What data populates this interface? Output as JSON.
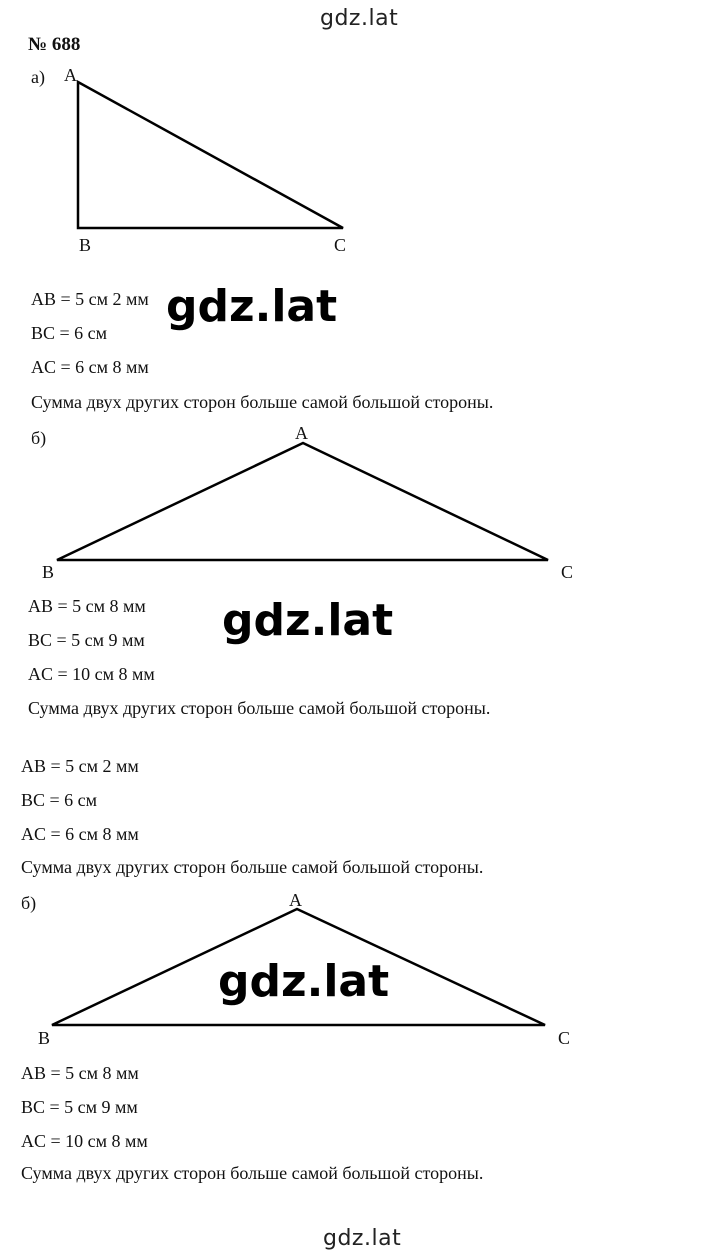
{
  "watermarks": {
    "header": "gdz.lat",
    "footer": "gdz.lat",
    "overlay": "gdz.lat"
  },
  "problem": {
    "number_label": "№ 688"
  },
  "part_a": {
    "label": "а)",
    "vertices": {
      "a": "A",
      "b": "B",
      "c": "C"
    },
    "measurements": [
      "AB = 5 см 2 мм",
      "BC = 6 см",
      "AC = 6 см 8 мм"
    ],
    "conclusion": "Сумма двух других сторон больше самой большой стороны."
  },
  "part_b": {
    "label": "б)",
    "vertices": {
      "a": "A",
      "b": "B",
      "c": "C"
    },
    "measurements": [
      "AB = 5 см 8 мм",
      "BC = 5 см 9 мм",
      "AC = 10 см 8 мм"
    ],
    "conclusion": "Сумма двух других сторон больше самой большой стороны."
  },
  "repeat_a": {
    "measurements": [
      "AB = 5 см 2 мм",
      "BC = 6 см",
      "AC = 6 см 8 мм"
    ],
    "conclusion": "Сумма двух других сторон больше самой большой стороны."
  },
  "repeat_b": {
    "label": "б)",
    "vertices": {
      "a": "A",
      "b": "B",
      "c": "C"
    },
    "measurements": [
      "AB = 5 см 8 мм",
      "BC = 5 см 9 мм",
      "AC = 10 см 8 мм"
    ],
    "conclusion": "Сумма двух других сторон больше самой большой стороны."
  }
}
